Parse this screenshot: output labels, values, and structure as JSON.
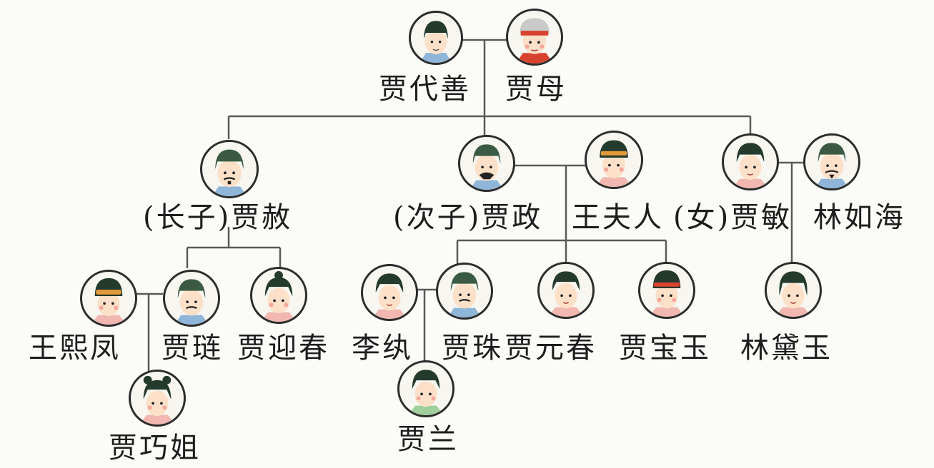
{
  "people": {
    "jia_daishan": "贾代善",
    "jia_mu": "贾母",
    "jia_she": "(长子)贾赦",
    "jia_zheng": "(次子)贾政",
    "lady_wang": "王夫人",
    "jia_min": "(女)贾敏",
    "lin_ruhai": "林如海",
    "wang_xifeng": "王熙凤",
    "jia_lian": "贾琏",
    "jia_yingchun": "贾迎春",
    "li_wan": "李纨",
    "jia_zhu": "贾珠",
    "jia_yuanchun": "贾元春",
    "jia_baoyu": "贾宝玉",
    "lin_daiyu": "林黛玉",
    "jia_qiaojie": "贾巧姐",
    "jia_lan": "贾兰"
  },
  "colors": {
    "line": "#5a5a5a",
    "hat_green": "#3a5a43",
    "hair": "#243a2c",
    "skin": "#fde0c8",
    "band_orange": "#e39a3a",
    "band_red": "#d8432f",
    "robe_blue": "#8fb6d8",
    "robe_pink": "#f1b7b0"
  },
  "icons": {
    "male_capped": "male-cap-avatar-icon",
    "elder_female": "elder-woman-avatar-icon",
    "female": "woman-avatar-icon",
    "child_girl": "girl-avatar-icon"
  }
}
